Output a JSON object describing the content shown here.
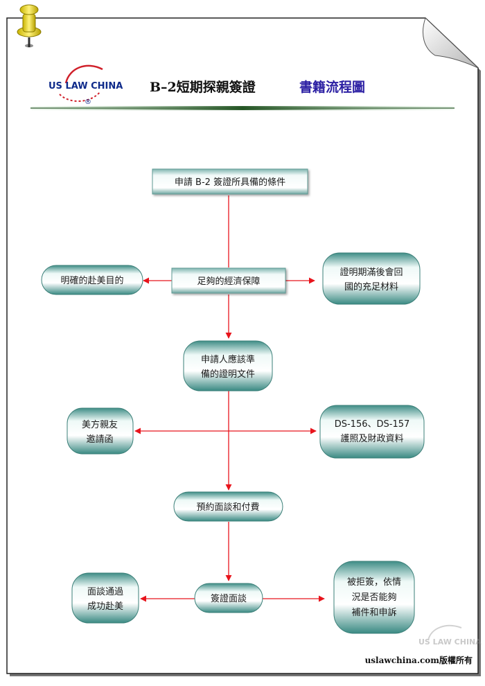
{
  "header": {
    "title": "B–2短期探親簽證",
    "subtitle": "書籍流程圖",
    "logo_text": "US LAW CHINA",
    "logo_mark": "®"
  },
  "nodes": {
    "conditions": {
      "text": "申請 B-2 簽證所具備的條件"
    },
    "finance": {
      "text": "足夠的經濟保障"
    },
    "purpose": {
      "text": "明確的赴美目的"
    },
    "return_proof": {
      "line1": "證明期滿後會回",
      "line2": "國的充足材料"
    },
    "documents": {
      "line1": "申請人應該準",
      "line2": "備的證明文件"
    },
    "invitation": {
      "line1": "美方親友",
      "line2": "邀請函"
    },
    "forms": {
      "line1": "DS-156、DS-157",
      "line2": "護照及財政資料"
    },
    "appointment": {
      "text": "預約面談和付費"
    },
    "interview": {
      "text": "簽證面談"
    },
    "approved": {
      "line1": "面談通過",
      "line2": "成功赴美"
    },
    "refused": {
      "line1": "被拒簽，依情",
      "line2": "況是否能夠",
      "line3": "補件和申訴"
    }
  },
  "watermark": {
    "text": "US LAW CHINA"
  },
  "footer": {
    "copyright": "uslawchina.com版權所有"
  },
  "colors": {
    "arrow": "#e8141c",
    "pill_light": "#f4fbfa",
    "pill_dark": "#3e8e86",
    "title_blue": "#2b1fa3",
    "logo_blue": "#0e2a8a"
  }
}
